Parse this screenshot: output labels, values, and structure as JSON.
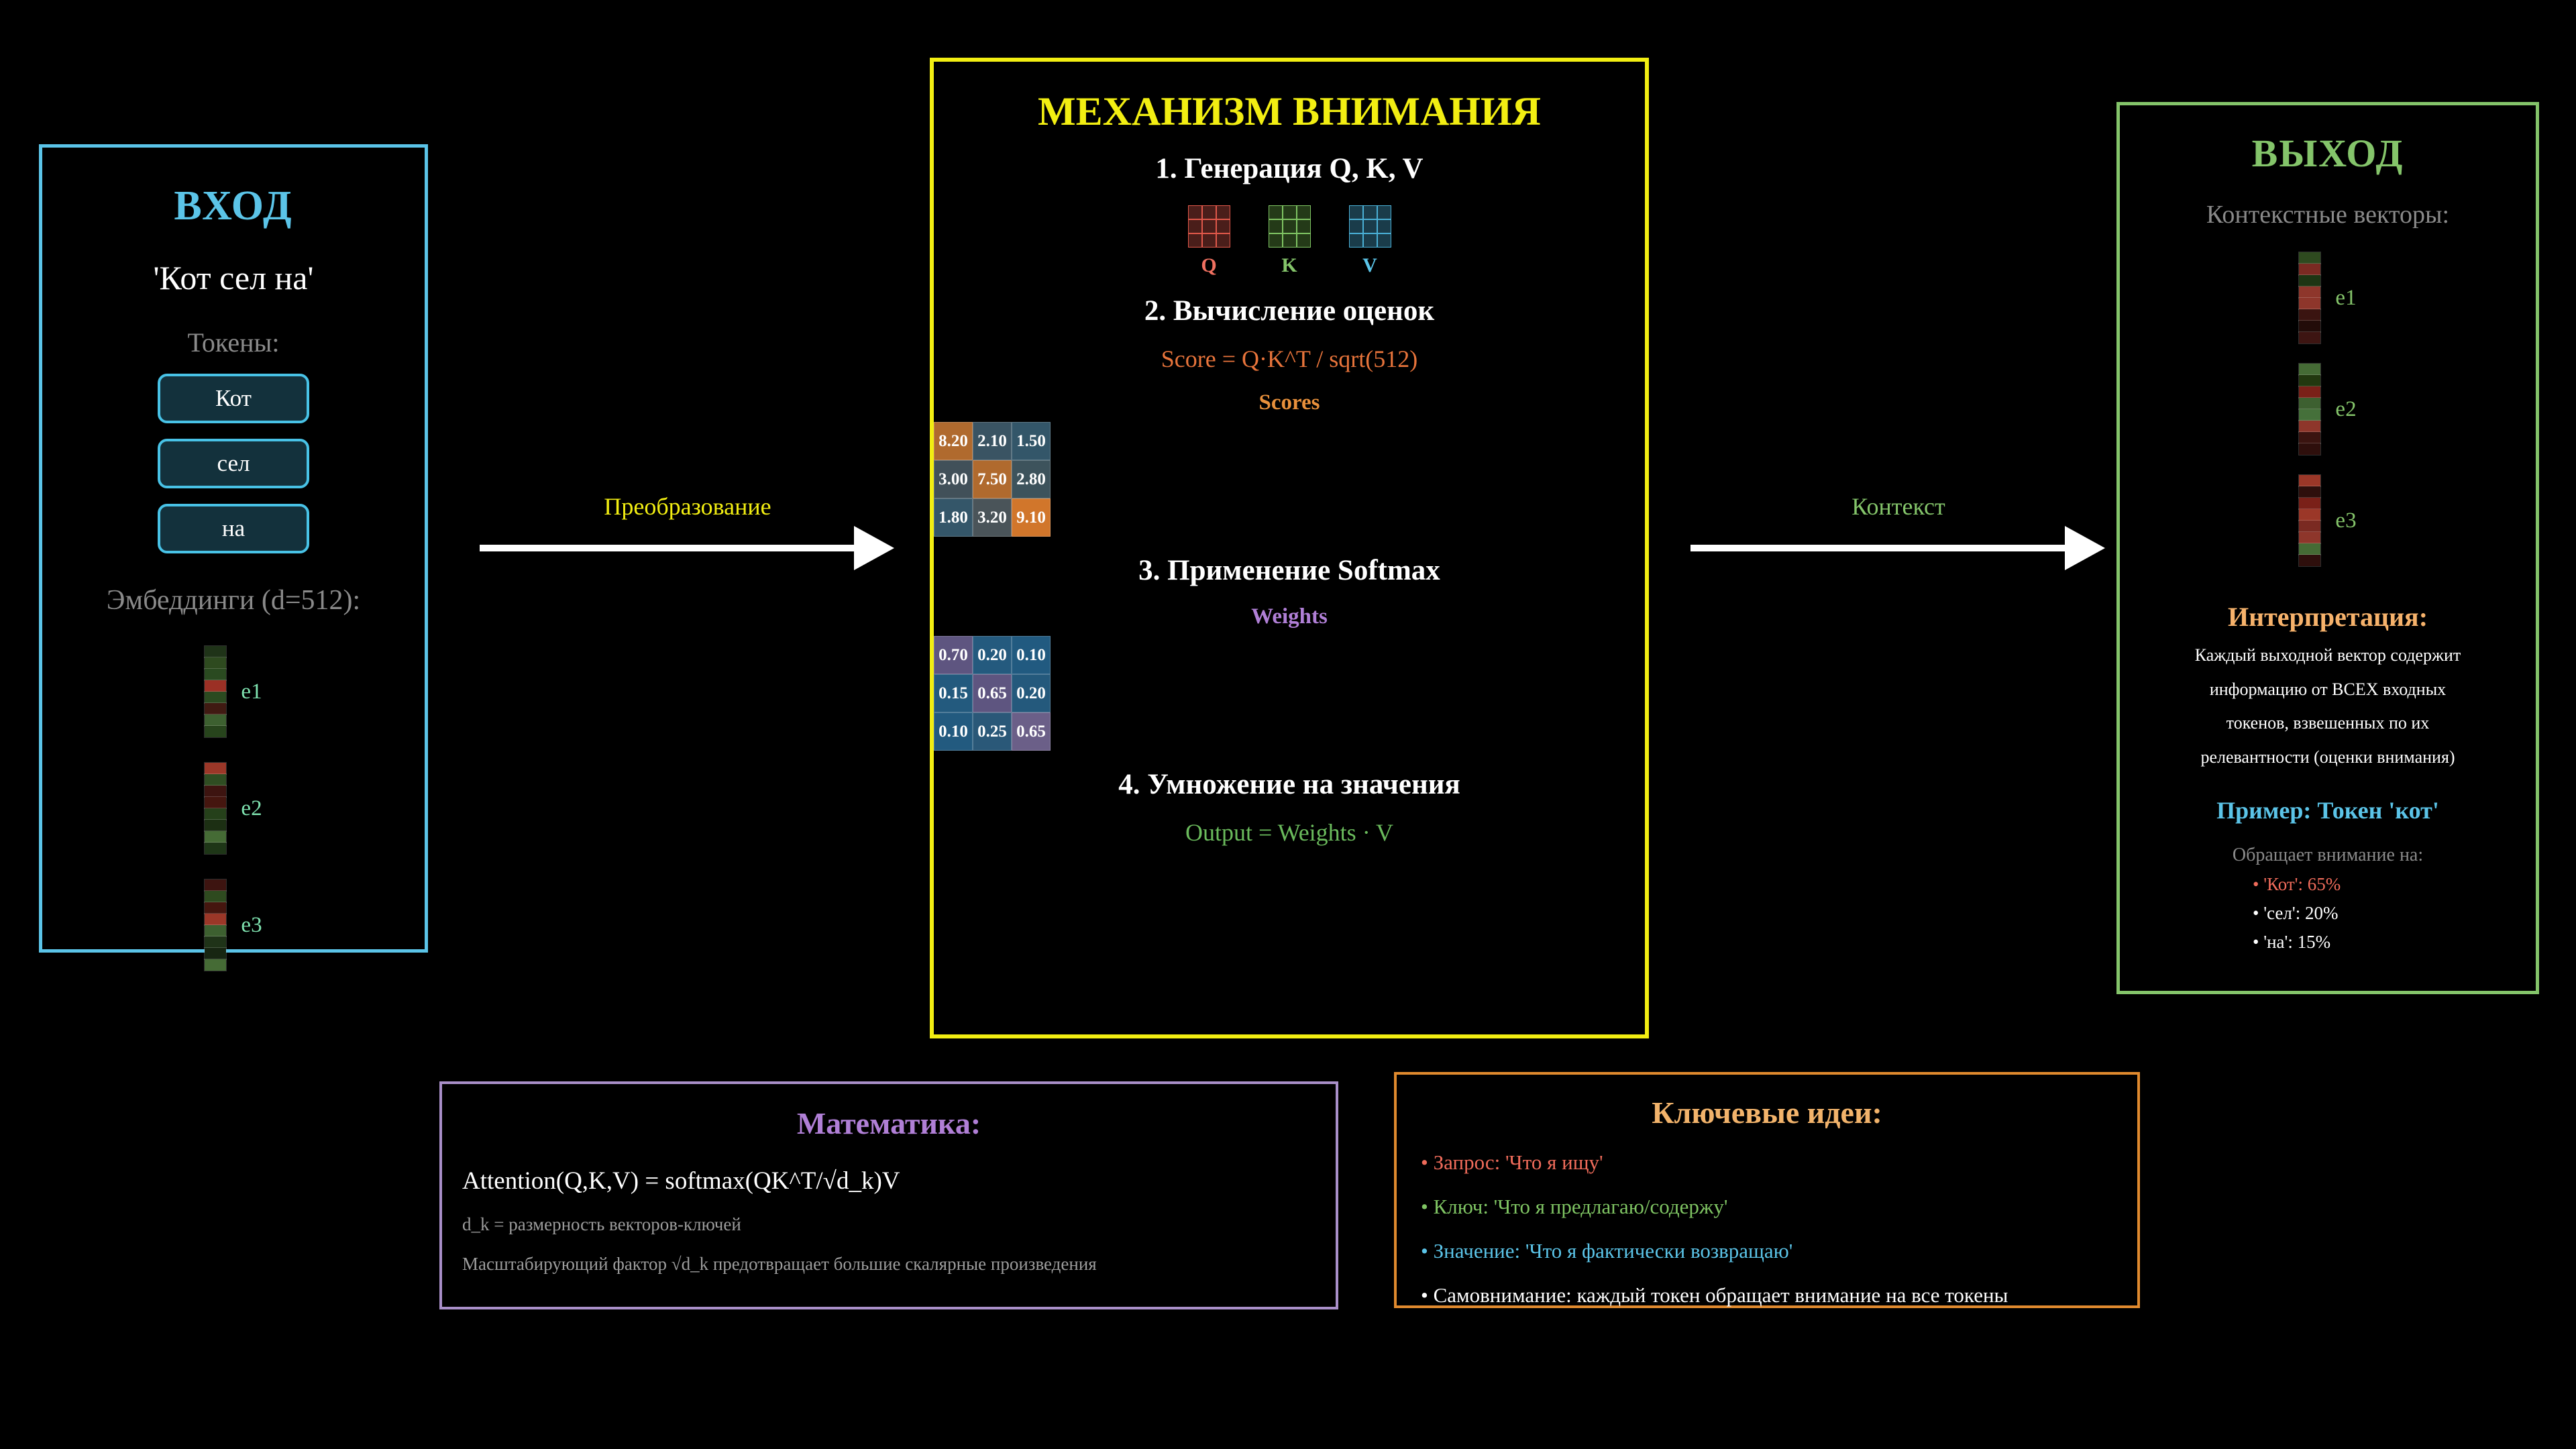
{
  "input": {
    "title": "ВХОД",
    "sentence": "'Кот сел на'",
    "tokens_label": "Токены:",
    "tokens": [
      "Кот",
      "сел",
      "на"
    ],
    "embeddings_label": "Эмбеддинги (d=512):",
    "embeddings": [
      {
        "label": "e1",
        "cells": [
          "#1f3318",
          "#2e4a1f",
          "#2a4a20",
          "#9b3025",
          "#2b4a20",
          "#401a12",
          "#3d6030",
          "#27441c"
        ]
      },
      {
        "label": "e2",
        "cells": [
          "#9b3728",
          "#2f4d22",
          "#3d1410",
          "#45160f",
          "#25401a",
          "#1c2f13",
          "#456b35",
          "#1e3617"
        ]
      },
      {
        "label": "e3",
        "cells": [
          "#3d1410",
          "#2e4a1f",
          "#45160f",
          "#9b3728",
          "#3d6030",
          "#1f3318",
          "#172612",
          "#456b35"
        ]
      }
    ]
  },
  "arrows": {
    "transform": {
      "label": "Преобразование",
      "color": "#f2ee12"
    },
    "context": {
      "label": "Контекст",
      "color": "#84c46a"
    }
  },
  "attention": {
    "title": "МЕХАНИЗМ ВНИМАНИЯ",
    "step1_title": "1. Генерация Q, K, V",
    "qkv": [
      {
        "label": "Q",
        "fill": "#4a1e1a",
        "border": "#e0584a",
        "label_color": "#f07060"
      },
      {
        "label": "K",
        "fill": "#243a18",
        "border": "#7fc463",
        "label_color": "#84c46a"
      },
      {
        "label": "V",
        "fill": "#1a3c4a",
        "border": "#4ab0d6",
        "label_color": "#5bc4e8"
      }
    ],
    "step2_title": "2. Вычисление оценок",
    "score_formula": "Score = Q·K^T / sqrt(512)",
    "score_formula_color": "#e8743b",
    "scores_caption": "Scores",
    "scores_caption_color": "#e8903b",
    "step3_title": "3. Применение Softmax",
    "weights_caption": "Weights",
    "weights_caption_color": "#b07fd6",
    "step4_title": "4. Умножение на значения",
    "output_formula": "Output = Weights · V",
    "output_formula_color": "#6aba5c"
  },
  "chart_data": {
    "type": "heatmap",
    "charts": [
      {
        "title": "Scores",
        "type": "heatmap",
        "rows": 3,
        "cols": 3,
        "values": [
          [
            8.2,
            2.1,
            1.5
          ],
          [
            3.0,
            7.5,
            2.8
          ],
          [
            1.8,
            3.2,
            9.1
          ]
        ],
        "labels": [
          [
            "8.20",
            "2.10",
            "1.50"
          ],
          [
            "3.00",
            "7.50",
            "2.80"
          ],
          [
            "1.80",
            "3.20",
            "9.10"
          ]
        ],
        "cell_colors": [
          [
            "#b06a2e",
            "#3a5463",
            "#335669"
          ],
          [
            "#415059",
            "#b06a2e",
            "#3d535c"
          ],
          [
            "#345669",
            "#4a5459",
            "#d1762b"
          ]
        ]
      },
      {
        "title": "Weights",
        "type": "heatmap",
        "rows": 3,
        "cols": 3,
        "values": [
          [
            0.7,
            0.2,
            0.1
          ],
          [
            0.15,
            0.65,
            0.2
          ],
          [
            0.1,
            0.25,
            0.65
          ]
        ],
        "labels": [
          [
            "0.70",
            "0.20",
            "0.10"
          ],
          [
            "0.15",
            "0.65",
            "0.20"
          ],
          [
            "0.10",
            "0.25",
            "0.65"
          ]
        ],
        "cell_colors": [
          [
            "#5e5580",
            "#245a7e",
            "#215a80"
          ],
          [
            "#235a7e",
            "#5e5580",
            "#24597c"
          ],
          [
            "#225a7f",
            "#2a5878",
            "#6b5f88"
          ]
        ]
      }
    ]
  },
  "output": {
    "title": "ВЫХОД",
    "context_label": "Контекстные векторы:",
    "vectors": [
      {
        "label": "e1",
        "cells": [
          "#2e4a1f",
          "#7a2a22",
          "#1d3513",
          "#8e362b",
          "#8e362b",
          "#3a1410",
          "#220c09",
          "#3d1512"
        ]
      },
      {
        "label": "e2",
        "cells": [
          "#456b35",
          "#22380f",
          "#7a2018",
          "#3d6030",
          "#45703a",
          "#8e362b",
          "#3a1410",
          "#2e0f0c"
        ]
      },
      {
        "label": "e3",
        "cells": [
          "#9b3728",
          "#2e0f0c",
          "#7a2018",
          "#9b3728",
          "#7a2a22",
          "#8e362b",
          "#456b35",
          "#2e0f0c"
        ]
      }
    ],
    "interp_title": "Интерпретация:",
    "interp_lines": [
      "Каждый выходной вектор содержит",
      "информацию от ВСЕХ входных",
      "токенов, взвешенных по их",
      "релевантности (оценки внимания)"
    ],
    "example_title": "Пример: Токен 'кот'",
    "attends_label": "Обращает внимание на:",
    "attends": [
      {
        "text": "• 'Кот': 65%",
        "color": "#ef6b5a"
      },
      {
        "text": "• 'сел': 20%",
        "color": "#ffffff"
      },
      {
        "text": "• 'на': 15%",
        "color": "#ffffff"
      }
    ]
  },
  "math": {
    "title": "Математика:",
    "formula": "Attention(Q,K,V) = softmax(QK^T/√d_k)V",
    "notes": [
      "d_k = размерность векторов-ключей",
      "Масштабирующий фактор √d_k предотвращает большие скалярные произведения"
    ]
  },
  "ideas": {
    "title": "Ключевые идеи:",
    "items": [
      {
        "text": "• Запрос: 'Что я ищу'",
        "color": "#ef6b5a"
      },
      {
        "text": "• Ключ: 'Что я предлагаю/содержу'",
        "color": "#7fc463"
      },
      {
        "text": "• Значение: 'Что я фактически возвращаю'",
        "color": "#5bc4e8"
      },
      {
        "text": "• Самовнимание: каждый токен обращает внимание на все токены",
        "color": "#ffffff"
      }
    ]
  }
}
